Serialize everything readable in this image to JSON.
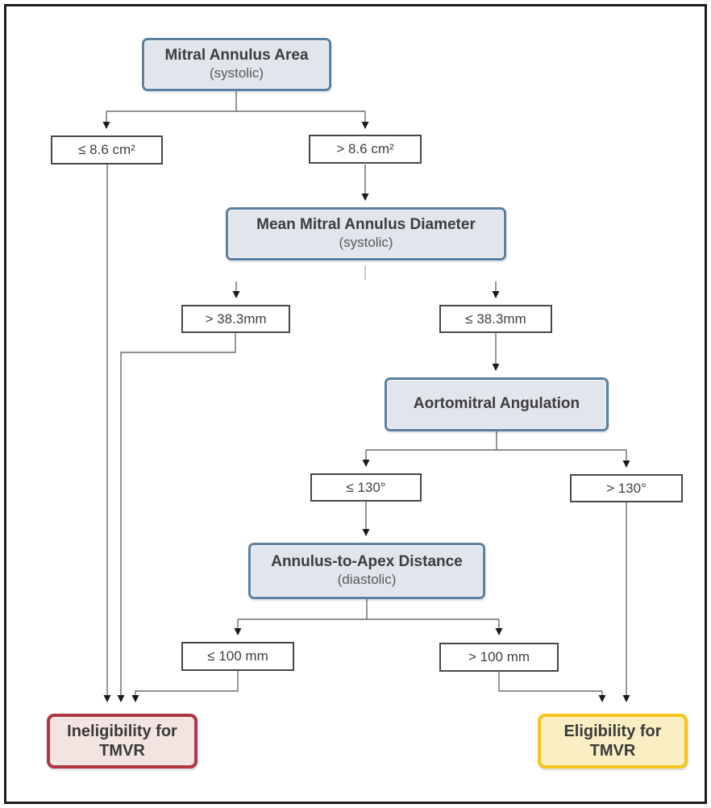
{
  "figure": {
    "kind": "decision-flowchart",
    "colors": {
      "frame_border": "#1c1c1c",
      "criteria_fill": "#e2e6ec",
      "criteria_border": "#5b80a0",
      "decision_fill": "#ffffff",
      "decision_border": "#474747",
      "ineligible_fill": "#f2e4e0",
      "ineligible_border": "#ad3742",
      "eligible_fill": "#f9efc3",
      "eligible_border": "#f5c51b",
      "connector": "#6b6b6b",
      "arrowhead": "#1a1a1a"
    }
  },
  "nodes": {
    "mitral_annulus_area": {
      "label": "Mitral Annulus Area",
      "sublabel": "(systolic)"
    },
    "area_le": {
      "label": "≤ 8.6 cm²"
    },
    "area_gt": {
      "label": "> 8.6 cm²"
    },
    "mean_diameter": {
      "label": "Mean Mitral Annulus Diameter",
      "sublabel": "(systolic)"
    },
    "diameter_gt": {
      "label": "> 38.3mm"
    },
    "diameter_le": {
      "label": "≤ 38.3mm"
    },
    "aortomitral_angulation": {
      "label": "Aortomitral Angulation"
    },
    "angle_le": {
      "label": "≤ 130°"
    },
    "angle_gt": {
      "label": "> 130°"
    },
    "annulus_apex_distance": {
      "label": "Annulus-to-Apex Distance",
      "sublabel": "(diastolic)"
    },
    "distance_le": {
      "label": "≤ 100 mm"
    },
    "distance_gt": {
      "label": "> 100 mm"
    },
    "ineligibility": {
      "label": "Ineligibility for TMVR"
    },
    "eligibility": {
      "label": "Eligibility for TMVR"
    }
  }
}
